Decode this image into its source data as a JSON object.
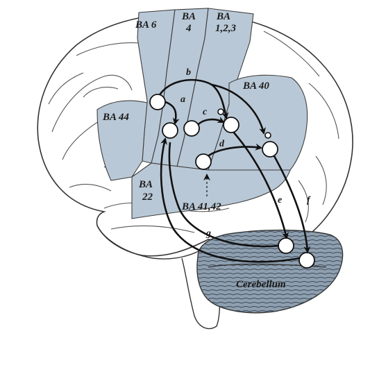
{
  "colors": {
    "region_fill": "#b9c8d6",
    "cerebellum_fill": "#8e9fb0",
    "outline": "#3d3d3d",
    "brain_fill": "#ffffff"
  },
  "regions": {
    "ba6": "BA 6",
    "ba4_top": "BA",
    "ba4_num": "4",
    "ba123_top": "BA",
    "ba123_num": "1,2,3",
    "ba40": "BA 40",
    "ba44": "BA 44",
    "ba22_top": "BA",
    "ba22_num": "22",
    "ba4142": "BA 41,42",
    "cerebellum": "Cerebellum"
  },
  "pathways": {
    "a": "a",
    "b": "b",
    "c": "c",
    "d": "d",
    "e": "e",
    "f": "f",
    "g": "g"
  }
}
